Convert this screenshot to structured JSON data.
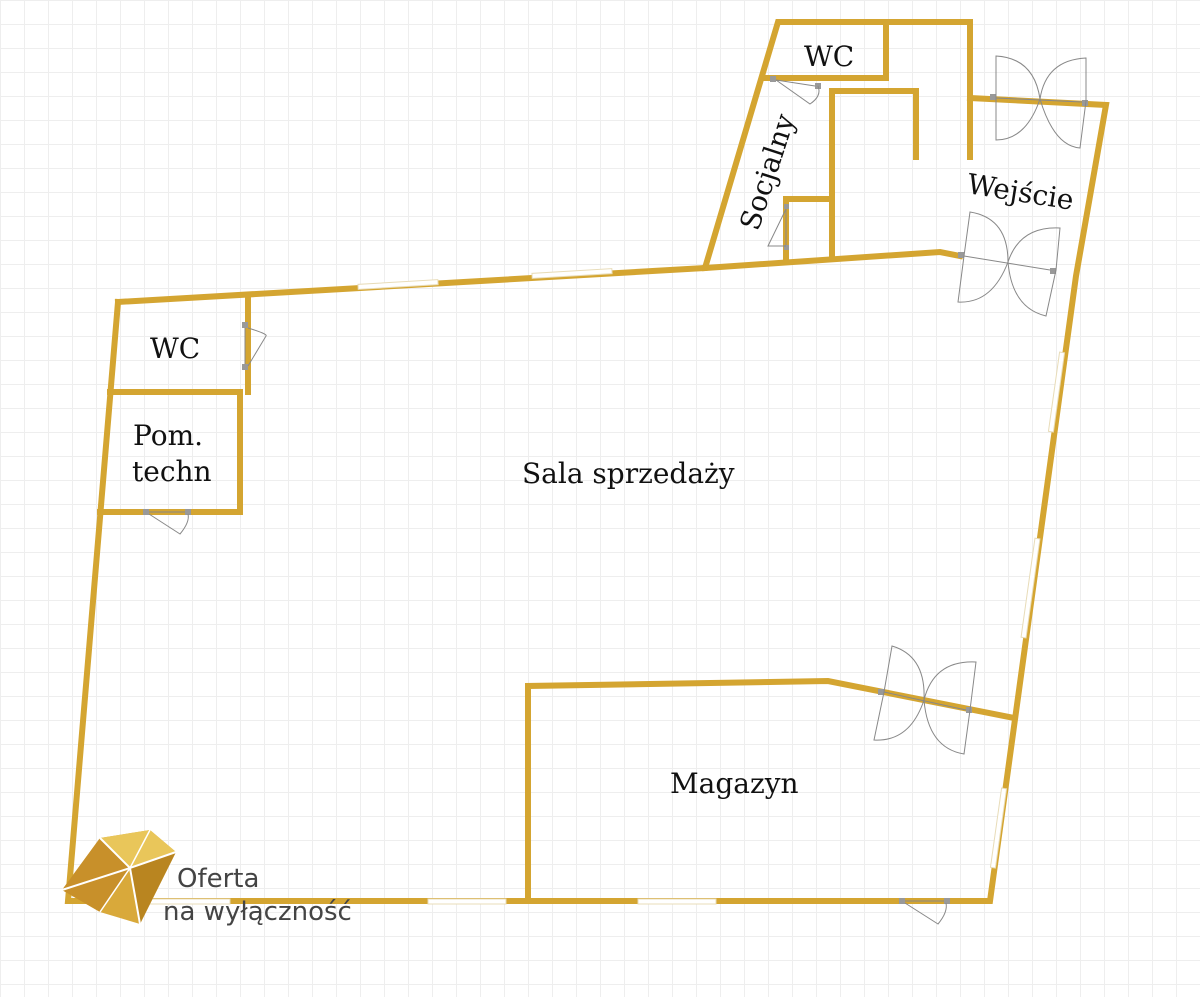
{
  "rooms": {
    "wc_top": "WC",
    "socjalny": "Socjalny",
    "wejscie": "Wejście",
    "wc_left": "WC",
    "pom_techn_line1": "Pom.",
    "pom_techn_line2": "techn",
    "sala": "Sala sprzedaży",
    "magazyn": "Magazyn"
  },
  "logo": {
    "line1": "Oferta",
    "line2": "na wyłączność"
  },
  "colors": {
    "wall": "#d4a531",
    "grid": "#eeeeee",
    "background": "#ffffff"
  }
}
